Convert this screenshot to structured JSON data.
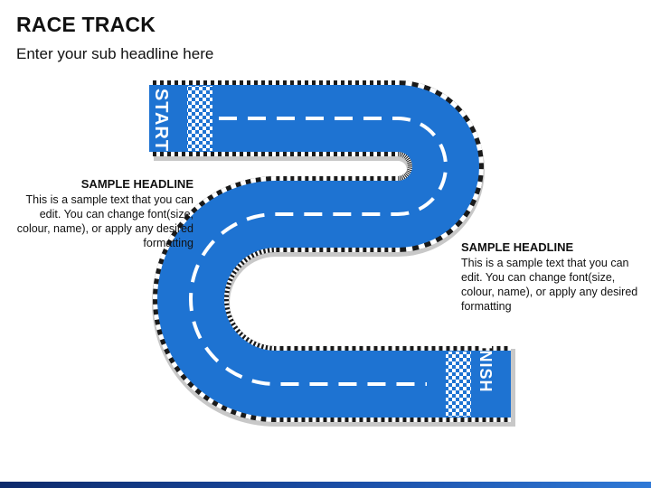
{
  "header": {
    "title": "RACE TRACK",
    "subtitle": "Enter your sub headline here"
  },
  "track": {
    "start_label": "START",
    "finish_label": "FINISH",
    "colors": {
      "road": "#1e73d2",
      "lane_marking": "#ffffff",
      "border_dark": "#1a1a1a",
      "border_light": "#ffffff",
      "shadow": "#9a9a9a"
    }
  },
  "callouts": [
    {
      "heading": "SAMPLE HEADLINE",
      "body": "This is a sample text that you can edit. You can change font(size, colour, name), or apply any desired formatting"
    },
    {
      "heading": "SAMPLE HEADLINE",
      "body": "This is a sample text that you can edit. You can change font(size, colour, name), or apply any desired formatting"
    }
  ],
  "footer": {
    "bar_colors": [
      "#0d2a6b",
      "#1b4fa8",
      "#2f79d6"
    ]
  }
}
